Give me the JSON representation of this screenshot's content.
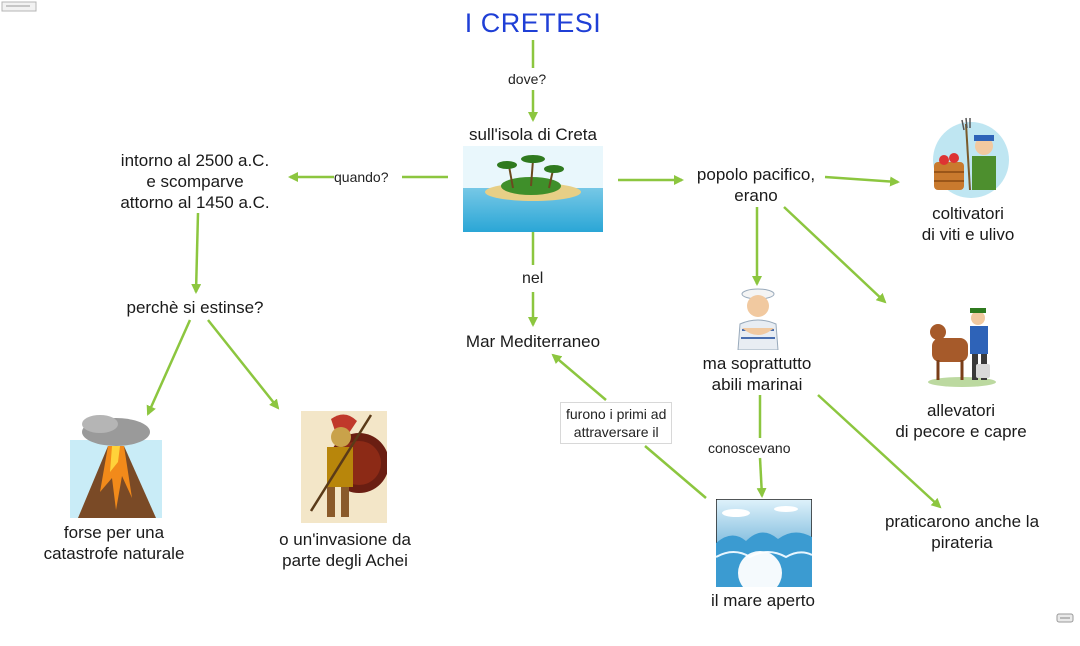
{
  "title": "I CRETESI",
  "nodes": {
    "isola": "sull'isola di Creta",
    "quando_l1": "intorno al 2500 a.C.",
    "quando_l2": "e scomparve",
    "quando_l3": "attorno al 1450 a.C.",
    "estinse": "perchè si estinse?",
    "catastrofe_l1": "forse per una",
    "catastrofe_l2": "catastrofe naturale",
    "invasione_l1": "o un'invasione da",
    "invasione_l2": "parte degli Achei",
    "mediterraneo": "Mar Mediterraneo",
    "popolo_l1": "popolo pacifico,",
    "popolo_l2": "erano",
    "coltivatori_l1": "coltivatori",
    "coltivatori_l2": "di viti e ulivo",
    "marinai_l1": "ma soprattutto",
    "marinai_l2": "abili marinai",
    "allevatori_l1": "allevatori",
    "allevatori_l2": "di pecore e capre",
    "pirateria_l1": "praticarono anche la",
    "pirateria_l2": "pirateria",
    "mare": "il mare aperto"
  },
  "links": {
    "dove": "dove?",
    "quando": "quando?",
    "nel": "nel",
    "furono_l1": "furono i primi ad",
    "furono_l2": "attraversare il",
    "conoscevano": "conoscevano"
  },
  "colors": {
    "title": "#1f3fd6",
    "arrow": "#8cc63f"
  }
}
